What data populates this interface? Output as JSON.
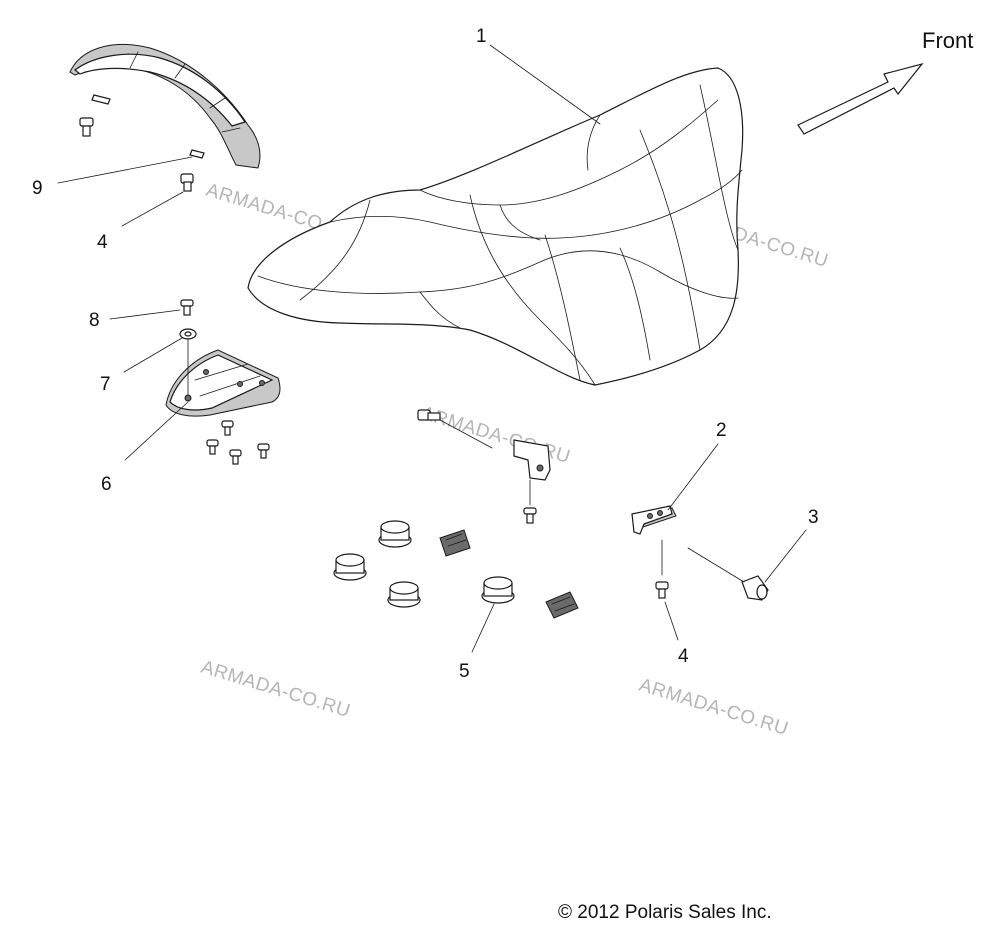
{
  "direction_label": "Front",
  "callouts": {
    "c1": "1",
    "c2": "2",
    "c3": "3",
    "c4a": "4",
    "c4b": "4",
    "c5": "5",
    "c6": "6",
    "c7": "7",
    "c8": "8",
    "c9": "9"
  },
  "watermark": "ARMADA-CO.RU",
  "copyright": "© 2012 Polaris Sales Inc."
}
